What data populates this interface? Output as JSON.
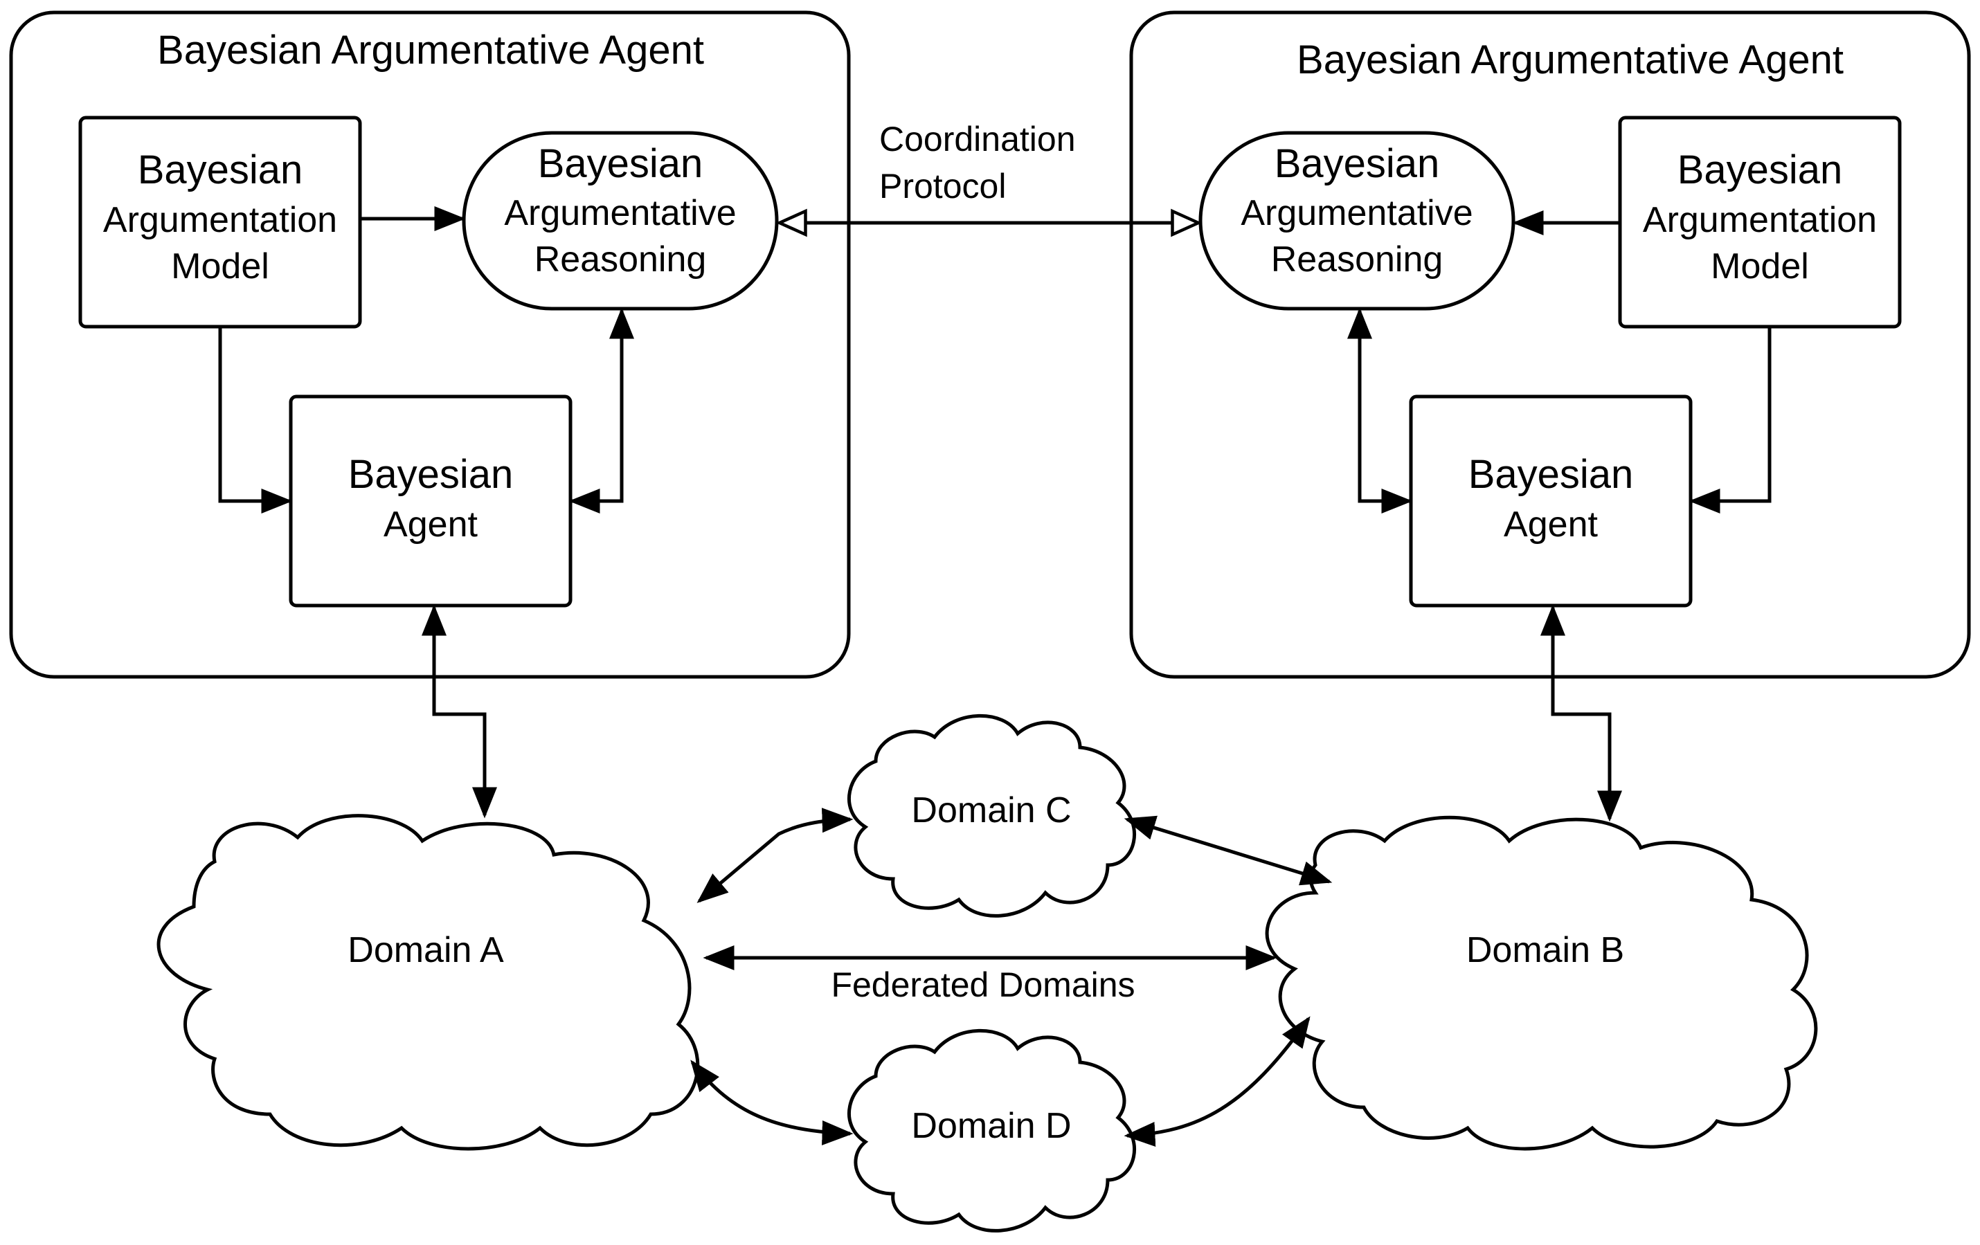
{
  "left_agent": {
    "title": "Bayesian Argumentative Agent",
    "model": {
      "line1": "Bayesian",
      "line2": "Argumentation",
      "line3": "Model"
    },
    "reasoning": {
      "line1": "Bayesian",
      "line2": "Argumentative",
      "line3": "Reasoning"
    },
    "agent": {
      "line1": "Bayesian",
      "line2": "Agent"
    }
  },
  "right_agent": {
    "title": "Bayesian Argumentative Agent",
    "model": {
      "line1": "Bayesian",
      "line2": "Argumentation",
      "line3": "Model"
    },
    "reasoning": {
      "line1": "Bayesian",
      "line2": "Argumentative",
      "line3": "Reasoning"
    },
    "agent": {
      "line1": "Bayesian",
      "line2": "Agent"
    }
  },
  "coordination": {
    "line1": "Coordination",
    "line2": "Protocol"
  },
  "domains": {
    "a": "Domain A",
    "b": "Domain B",
    "c": "Domain C",
    "d": "Domain D"
  },
  "federated_label": "Federated Domains",
  "colors": {
    "stroke": "#000000",
    "fill": "#ffffff"
  }
}
